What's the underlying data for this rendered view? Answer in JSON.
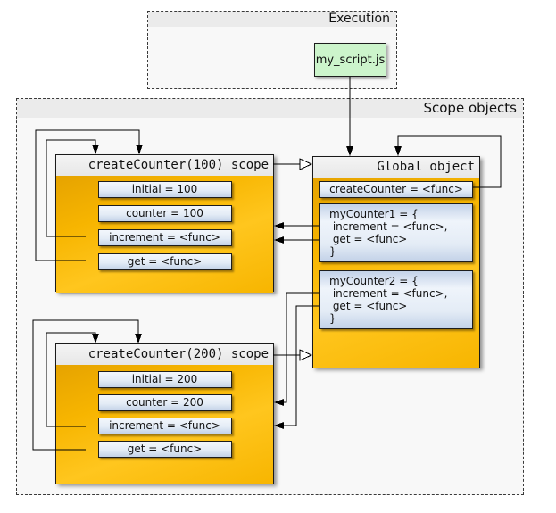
{
  "execution": {
    "title": "Execution",
    "script_label": "my_script.js"
  },
  "scope_objects": {
    "title": "Scope objects"
  },
  "global_object": {
    "title": "Global object",
    "vars": [
      "createCounter = <func>"
    ],
    "my_counter1_lines": [
      "myCounter1 = {",
      " increment = <func>,",
      " get = <func>",
      "}"
    ],
    "my_counter2_lines": [
      "myCounter2 = {",
      " increment = <func>,",
      " get = <func>",
      "}"
    ]
  },
  "scope_100": {
    "title": "createCounter(100) scope",
    "vars": [
      "initial = 100",
      "counter = 100",
      "increment = <func>",
      "get = <func>"
    ]
  },
  "scope_200": {
    "title": "createCounter(200) scope",
    "vars": [
      "initial = 200",
      "counter = 200",
      "increment = <func>",
      "get = <func>"
    ]
  },
  "colors": {
    "gold": "#f7b500",
    "gold_bright": "#ffc61e",
    "gold_dark": "#e6a300",
    "row_blue": "#e4ecf6",
    "row_blue_edge": "#c3d2e8",
    "script_green": "#ccf4cb",
    "frame_bg": "#f8f8f8",
    "strip_bg": "#ebebeb",
    "node_header_bg": "#f4f4f4",
    "wire": "#000000"
  }
}
